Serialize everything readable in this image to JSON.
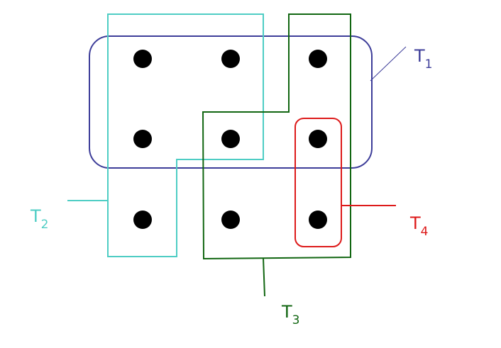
{
  "colors": {
    "t1": "#3d3d99",
    "t2": "#4ecdc4",
    "t3": "#116611",
    "t4": "#dd1a1a",
    "dot": "#000000"
  },
  "labels": {
    "t1": {
      "letter": "T",
      "index": "1"
    },
    "t2": {
      "letter": "T",
      "index": "2"
    },
    "t3": {
      "letter": "T",
      "index": "3"
    },
    "t4": {
      "letter": "T",
      "index": "4"
    }
  },
  "grid": {
    "rows": 3,
    "cols": 3
  }
}
